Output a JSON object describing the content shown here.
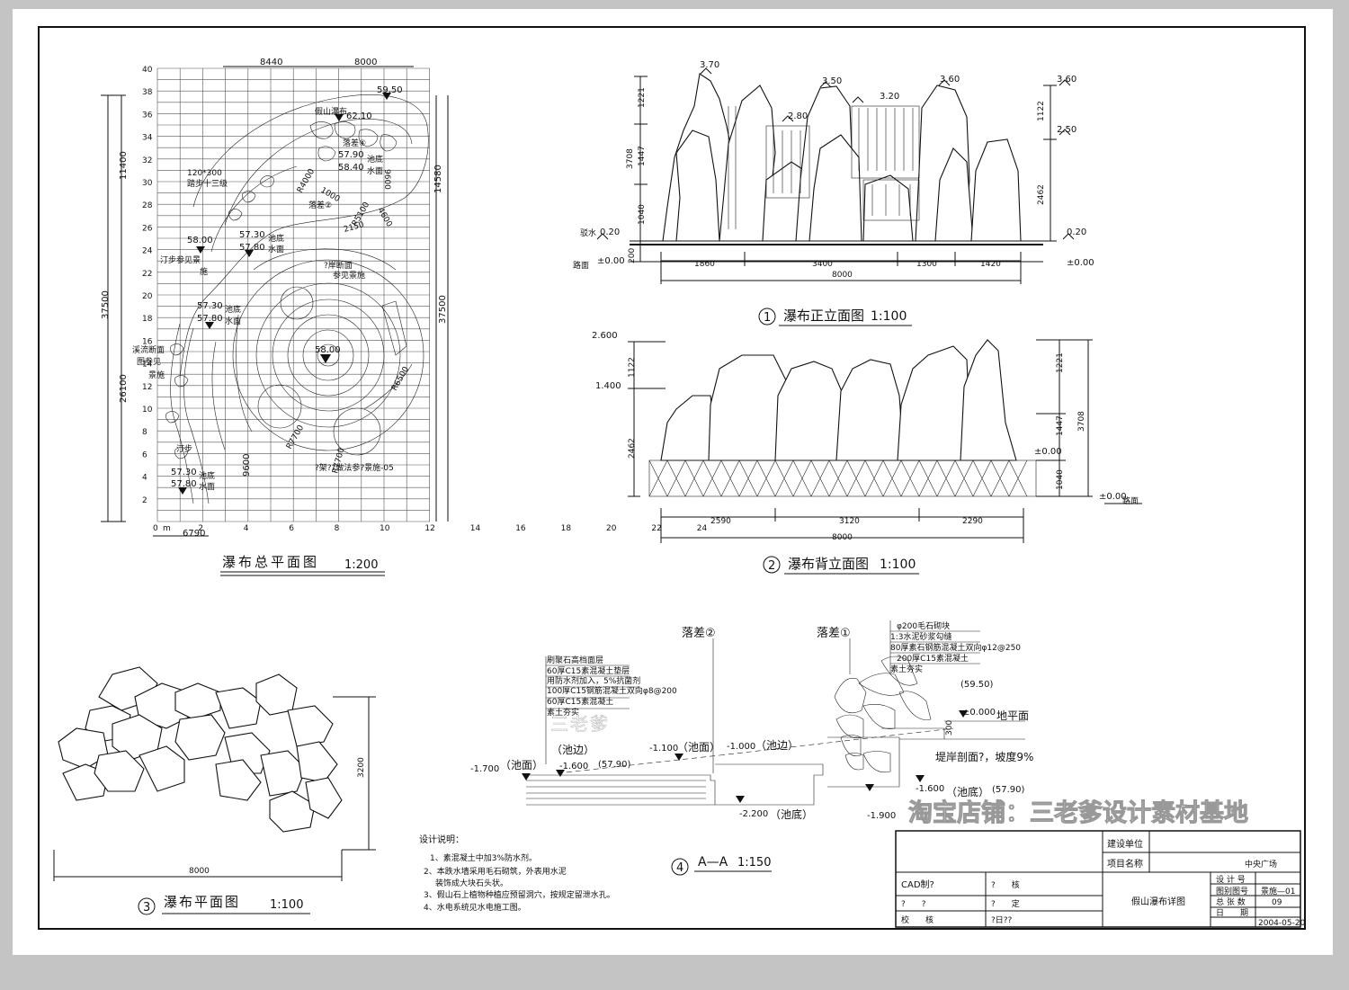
{
  "colors": {
    "canvas": "#c4c4c4",
    "paper": "#ffffff",
    "ink": "#111111",
    "watermark": "#ffffff"
  },
  "plan": {
    "title": "瀑布总平面图",
    "scale": "1:200",
    "y_ticks": [
      "2",
      "4",
      "6",
      "8",
      "10",
      "12",
      "14",
      "16",
      "18",
      "20",
      "22",
      "24",
      "26",
      "28",
      "30",
      "32",
      "34",
      "36",
      "38",
      "40"
    ],
    "x_ticks": [
      "0",
      "2",
      "4",
      "6",
      "8",
      "10",
      "12",
      "14",
      "16",
      "18",
      "20",
      "22",
      "24"
    ],
    "origin_m": "m",
    "dims": {
      "top_a": "8440",
      "top_b": "8000",
      "left_a": "11400",
      "left_b": "26100",
      "left_total": "37500",
      "right_a": "14580",
      "right_total": "37500",
      "bottom": "6790",
      "mid": "9600"
    },
    "labels": {
      "peak": "59.50",
      "waterfall": "假山瀑布",
      "el_6210": "62.10",
      "drop4": "落差④",
      "el_5790a": "57.90",
      "pool_bottom_a": "池底",
      "el_5840": "58.40",
      "water_a": "水面",
      "steps": "120*300",
      "steps2": "踏步十三级",
      "r4000": "R4000",
      "d1000": "1000",
      "d4600": "4600",
      "d9600": "9600",
      "drop2": "落差②",
      "r5100": "R5100",
      "d2150": "2150",
      "el_5800a": "58.00",
      "el_5730a": "57.30",
      "pool_bottom_b": "池底",
      "el_5780a": "57.80",
      "water_b": "水面",
      "ting": "汀步参见景",
      "shi": "施",
      "bank": "?岸断面",
      "bank2": "参见景施",
      "el_5730b": "57.30",
      "pool_bottom_c": "池底",
      "el_5780b": "57.80",
      "water_c": "水面",
      "el_5800b": "58.00",
      "stream": "溪流断面",
      "stream2": "图参见",
      "stream3": "景施",
      "r6500": "R6500",
      "r7700a": "R7700",
      "r7700b": "R7700",
      "ting2": "汀步",
      "el_5730c": "57.30",
      "pool_bottom_d": "池底",
      "el_5780c": "57.80",
      "water_d": "水面",
      "shelf": "?架??做法参?景施-05"
    }
  },
  "front": {
    "num": "1",
    "title": "瀑布正立面图",
    "scale": "1:100",
    "levels": {
      "l370": "3.70",
      "l350": "3.50",
      "l320": "3.20",
      "l360": "3.60",
      "l280": "2.80",
      "r360": "3.60",
      "r250": "2.50",
      "water": "0.20",
      "water_label": "驳水",
      "r020": "0.20",
      "ground": "±0.00",
      "ground_label": "路面",
      "r000": "±0.00"
    },
    "left_dims": [
      "1221",
      "3708",
      "1447",
      "1040",
      "200"
    ],
    "right_dims": [
      "1122",
      "2462"
    ],
    "bottom_dims": [
      "1860",
      "3400",
      "1300",
      "1420"
    ],
    "total": "8000"
  },
  "back": {
    "num": "2",
    "title": "瀑布背立面图",
    "scale": "1:100",
    "levels": {
      "l2600": "2.600",
      "l1400": "1.400",
      "r000": "±0.00",
      "g000": "±0.00",
      "ground_label": "路面"
    },
    "left_dims": [
      "1122",
      "2462"
    ],
    "right_dims": [
      "1221",
      "1447",
      "1040"
    ],
    "right_total": "3708",
    "bottom_dims": [
      "2590",
      "3120",
      "2290"
    ],
    "total": "8000"
  },
  "rockplan": {
    "num": "3",
    "title": "瀑布平面图",
    "scale": "1:100",
    "height": "3200",
    "width": "8000"
  },
  "section": {
    "num": "4",
    "title": "A—A",
    "scale": "1:150",
    "drop2": "落差②",
    "drop1": "落差①",
    "left_layers": [
      "刷聚石高档面层",
      "60厚C15素混凝土垫层",
      "用防水剂加入，5%抗菌剂",
      "100厚C15钢筋混凝土双向φ8@200",
      "60厚C15素混凝土",
      "素土夯实"
    ],
    "right_layers": [
      "φ200毛石砌块",
      "1:3水泥砂浆勾缝",
      "80厚素石钢筋混凝土双向φ12@250",
      "200厚C15素混凝土",
      "素土夯实"
    ],
    "el_5950": "(59.50)",
    "el_000": "±0.000",
    "ground": "地平面",
    "d300": "300",
    "bank": "堤岸剖面?，坡度9%",
    "m1700": "-1.700",
    "pool_face_a": "（池面）",
    "pool_edge_a": "（池边）",
    "m1600a": "-1.600",
    "el_5790a": "(57.90)",
    "m1100": "-1.100",
    "pool_face_b": "（池面）",
    "m1000": "-1.000",
    "pool_edge_b": "（池边）",
    "m1600b": "-1.600",
    "pool_bottom_a": "（池底）",
    "el_5790b": "(57.90)",
    "m2200": "-2.200",
    "pool_bottom_b": "（池底）",
    "m1900": "-1.900"
  },
  "notes": {
    "title": "设计说明：",
    "items": [
      "1、素混凝土中加3%防水剂。",
      "2、本跌水墙采用毛石砌筑，外表用水泥",
      "装饰成大块石头状。",
      "3、假山石上植物种植应预留洞穴，按规定留泄水孔。",
      "4、水电系统见水电施工图。"
    ]
  },
  "titleblock": {
    "unit_label": "建设单位",
    "project_label": "项目名称",
    "project": "中央广场",
    "drawing": "假山瀑布详图",
    "cad": "CAD制?",
    "check": "?　　核",
    "q1": "?　　?",
    "approve": "?　　定",
    "proof": "校　　核",
    "date_short": "?日??",
    "design_no": "设 计 号",
    "drawing_no_label": "图别图号",
    "drawing_no": "景施—01",
    "sheets_label": "总 张 数",
    "sheets": "09",
    "date_label": "日　　期",
    "date": "2004-05-20"
  },
  "watermark": {
    "shop": "淘宝店铺：三老爹设计素材基地",
    "mark": "三老爹"
  }
}
